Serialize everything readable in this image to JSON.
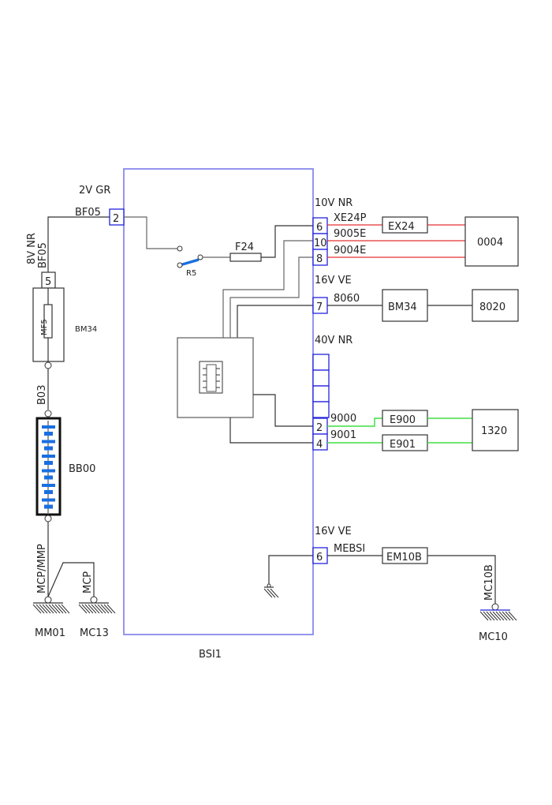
{
  "diagram": {
    "module": {
      "label": "BSI1"
    },
    "left_branch": {
      "wire_color_top": "2V  GR",
      "wire_top": "BF05",
      "wire_color_vertical": "8V  NR",
      "wire_vertical": "BF05",
      "connector_pin": "5",
      "fuse_box": "BM34",
      "fuse": "MF5",
      "wire_to_battery": "B03",
      "battery": "BB00",
      "ground_wire_main": "MCP/MMP",
      "ground_wire_sub": "MCP",
      "ground_1": "MM01",
      "ground_2": "MC13"
    },
    "internal": {
      "input_pin": "2",
      "relay": "R5",
      "fuse": "F24"
    },
    "connectors": [
      {
        "header": "10V  NR",
        "pins": [
          {
            "pin": "6",
            "wire": "XE24P",
            "via": "EX24",
            "to": "0004",
            "color": "#e53030"
          },
          {
            "pin": "10",
            "wire": "9005E",
            "via": "",
            "to": "0004",
            "color": "#e53030"
          },
          {
            "pin": "8",
            "wire": "9004E",
            "via": "",
            "to": "0004",
            "color": "#e53030"
          }
        ]
      },
      {
        "header": "16V  VE",
        "pins": [
          {
            "pin": "7",
            "wire": "8060",
            "via": "BM34",
            "to": "8020",
            "color": "#333333"
          }
        ]
      },
      {
        "header": "40V  NR",
        "pins": [
          {
            "pin": "",
            "wire": "",
            "via": "",
            "to": ""
          },
          {
            "pin": "",
            "wire": "",
            "via": "",
            "to": ""
          },
          {
            "pin": "",
            "wire": "",
            "via": "",
            "to": ""
          },
          {
            "pin": "",
            "wire": "",
            "via": "",
            "to": ""
          },
          {
            "pin": "2",
            "wire": "9000",
            "via": "E900",
            "to": "1320",
            "color": "#44dd44"
          },
          {
            "pin": "4",
            "wire": "9001",
            "via": "E901",
            "to": "1320",
            "color": "#44dd44"
          }
        ]
      },
      {
        "header": "16V  VE",
        "pins": [
          {
            "pin": "6",
            "wire": "MEBSI",
            "via": "EM10B",
            "to_wire": "MC10B",
            "to": "MC10",
            "color": "#333333"
          }
        ]
      }
    ],
    "components": {
      "c0004": "0004",
      "c8020": "8020",
      "c1320": "1320",
      "bm34": "BM34",
      "ex24": "EX24",
      "e900": "E900",
      "e901": "E901",
      "em10b": "EM10B"
    },
    "colors": {
      "module_border": "#8888ee",
      "pin_border": "#2222dd",
      "red_wire": "#e53030",
      "green_wire": "#44dd44",
      "battery_cell": "#1a6fe0"
    }
  }
}
